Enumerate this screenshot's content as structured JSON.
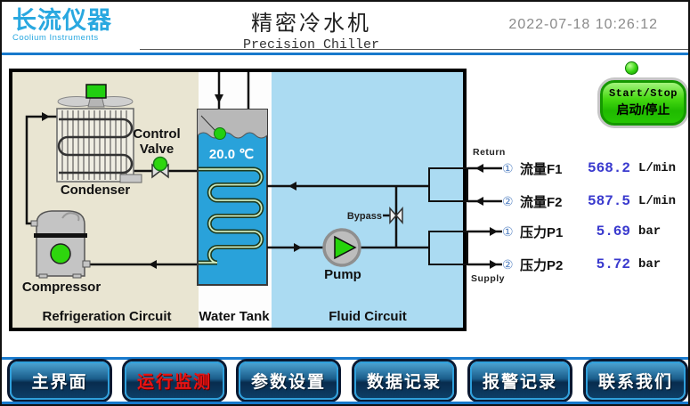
{
  "header": {
    "logo_title": "长流仪器",
    "logo_subtitle": "Coolium Instruments",
    "title_cn": "精密冷水机",
    "title_en": "Precision Chiller",
    "datetime": "2022-07-18  10:26:12"
  },
  "diagram": {
    "section_labels": {
      "refrigeration": "Refrigeration Circuit",
      "water_tank": "Water Tank",
      "fluid": "Fluid Circuit"
    },
    "component_labels": {
      "condenser": "Condenser",
      "compressor": "Compressor",
      "pump": "Pump",
      "control_valve_line1": "Control",
      "control_valve_line2": "Valve",
      "bypass": "Bypass",
      "tank_temperature": "20.0 ℃",
      "return": "Return",
      "supply": "Supply"
    }
  },
  "controls": {
    "start_stop_en": "Start/Stop",
    "start_stop_cn": "启动/停止",
    "indicator": "power-on-green"
  },
  "readings": [
    {
      "index": "①",
      "label": "流量F1",
      "value": "568.2",
      "unit": "L/min"
    },
    {
      "index": "②",
      "label": "流量F2",
      "value": "587.5",
      "unit": "L/min"
    },
    {
      "index": "①",
      "label": "压力P1",
      "value": "5.69",
      "unit": "bar"
    },
    {
      "index": "②",
      "label": "压力P2",
      "value": "5.72",
      "unit": "bar"
    }
  ],
  "nav": {
    "active_index": 1,
    "items": [
      {
        "label": "主界面"
      },
      {
        "label": "运行监测"
      },
      {
        "label": "参数设置"
      },
      {
        "label": "数据记录"
      },
      {
        "label": "报警记录"
      },
      {
        "label": "联系我们"
      }
    ]
  },
  "colors": {
    "accent_blue": "#1779cc",
    "logo_blue": "#29a8e0",
    "value_blue": "#3a3ace",
    "active_red": "#e81414",
    "button_green": "#2ec800",
    "nav_navy": "#0d3e66",
    "tank_water": "#29a2da",
    "fluid_bg": "#abdbf2",
    "refrigeration_bg": "#e9e5d2"
  }
}
